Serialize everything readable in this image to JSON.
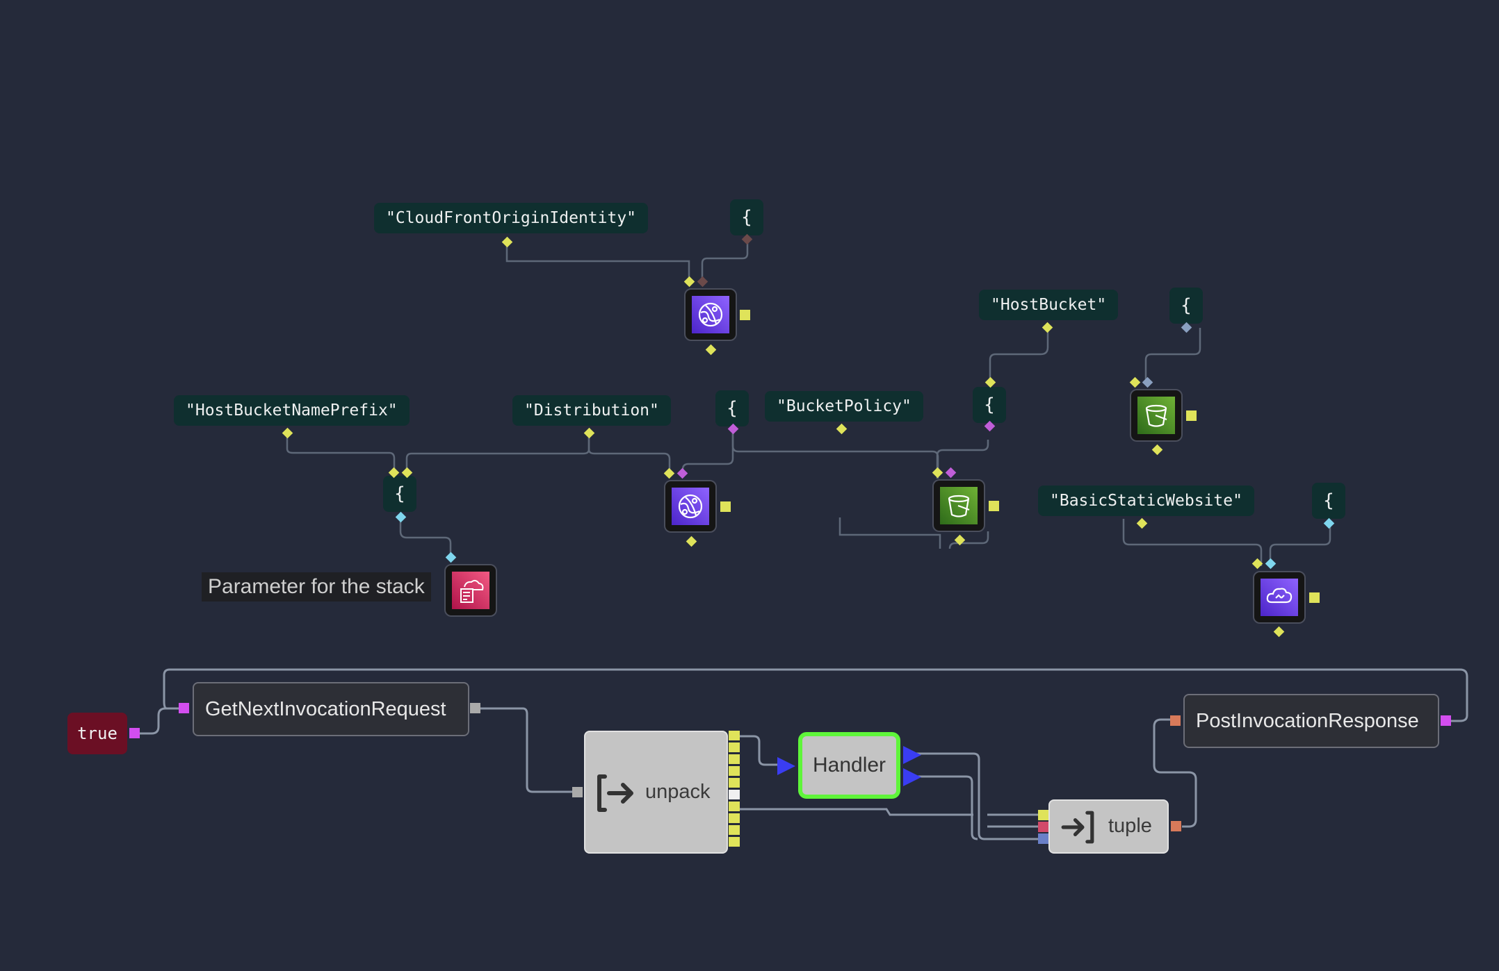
{
  "strings": {
    "cloudfront_origin_identity": "\"CloudFrontOriginIdentity\"",
    "host_bucket": "\"HostBucket\"",
    "host_bucket_name_prefix": "\"HostBucketNamePrefix\"",
    "distribution": "\"Distribution\"",
    "bucket_policy": "\"BucketPolicy\"",
    "basic_static_website": "\"BasicStaticWebsite\""
  },
  "brace_symbol": "{",
  "parameter_label": "Parameter for the stack",
  "true_value": "true",
  "nodes": {
    "get_next": "GetNextInvocationRequest",
    "unpack": "unpack",
    "handler": "Handler",
    "tuple": "tuple",
    "post": "PostInvocationResponse"
  },
  "icons": {
    "cloudfront": "cloudfront-distribution-icon",
    "s3": "s3-bucket-icon",
    "parameter": "cloudformation-parameter-icon",
    "stack": "cloudformation-stack-icon"
  },
  "colors": {
    "background": "#252a3a",
    "string_node": "#0f2f2f",
    "port_yellow": "#dfe35a",
    "port_magenta": "#d34ef0",
    "handler_border": "#5ff53a",
    "true_node": "#6b0f24"
  }
}
